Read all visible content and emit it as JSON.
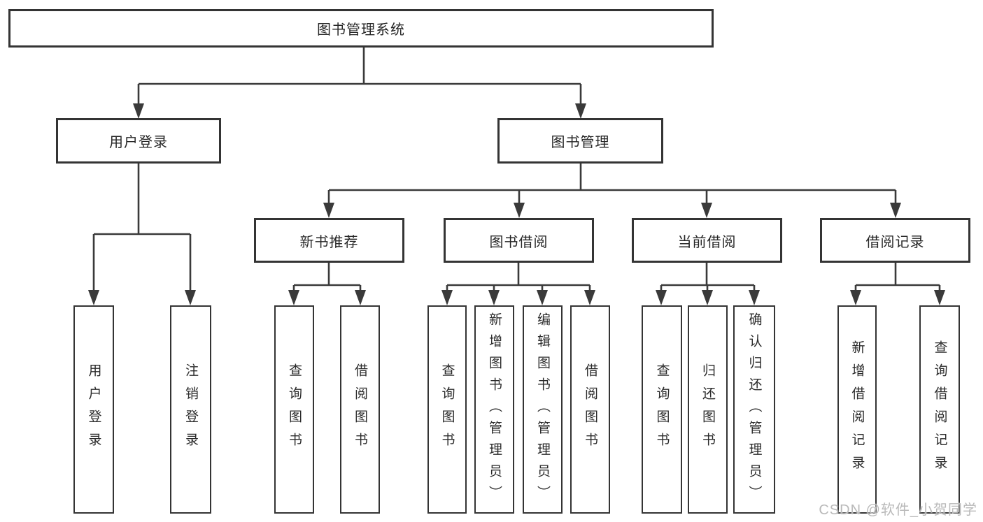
{
  "page": {
    "watermark": "CSDN @软件_小贺同学",
    "colors": {
      "background": "#ffffff",
      "line": "#3a3a3a",
      "box_border": "#343434",
      "text": "#262626",
      "watermark": "#b9b9b9"
    }
  },
  "tree": {
    "label": "图书管理系统",
    "children": [
      {
        "label": "用户登录",
        "children": [
          {
            "label": "用户登录"
          },
          {
            "label": "注销登录"
          }
        ]
      },
      {
        "label": "图书管理",
        "children": [
          {
            "label": "新书推荐",
            "children": [
              {
                "label": "查询图书"
              },
              {
                "label": "借阅图书"
              }
            ]
          },
          {
            "label": "图书借阅",
            "children": [
              {
                "label": "查询图书"
              },
              {
                "label": "新增图书（管理员）"
              },
              {
                "label": "编辑图书（管理员）"
              },
              {
                "label": "借阅图书"
              }
            ]
          },
          {
            "label": "当前借阅",
            "children": [
              {
                "label": "查询图书"
              },
              {
                "label": "归还图书"
              },
              {
                "label": "确认归还（管理员）"
              }
            ]
          },
          {
            "label": "借阅记录",
            "children": [
              {
                "label": "新增借阅记录"
              },
              {
                "label": "查询借阅记录"
              }
            ]
          }
        ]
      }
    ]
  }
}
